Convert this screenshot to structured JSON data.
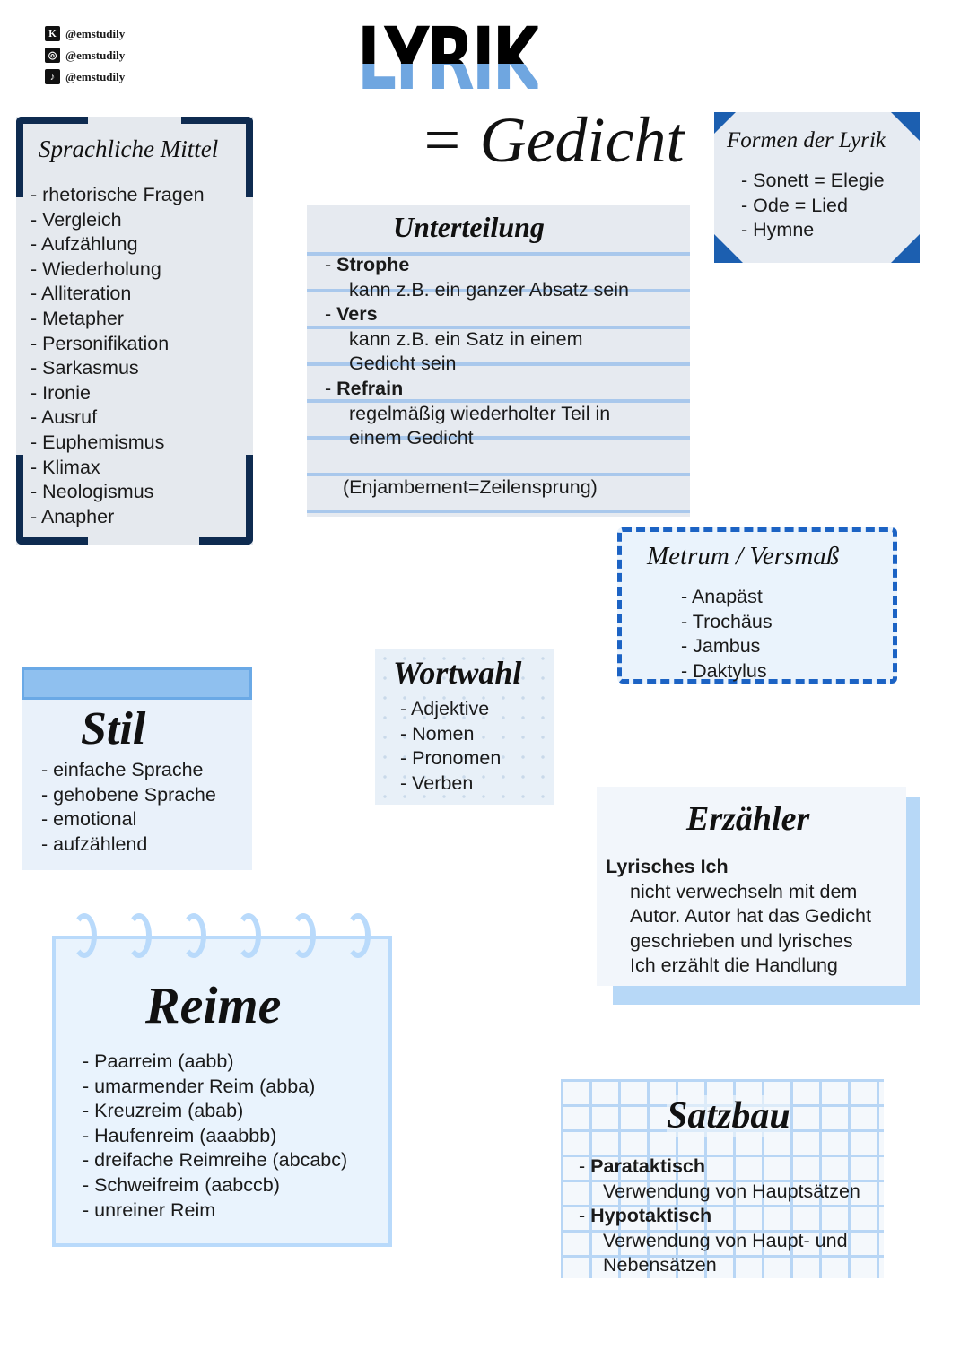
{
  "handles": [
    {
      "icon": "kaku-icon",
      "text": "@emstudily"
    },
    {
      "icon": "instagram-icon",
      "text": "@emstudily"
    },
    {
      "icon": "tiktok-icon",
      "text": "@emstudily"
    }
  ],
  "title": "LYRIK",
  "subtitle": "= Gedicht",
  "colors": {
    "navy": "#0e2b50",
    "blue": "#1c63c4",
    "lightblue": "#b9dafb"
  },
  "sprachliche": {
    "title": "Sprachliche Mittel",
    "items": [
      "rhetorische Fragen",
      "Vergleich",
      "Aufzählung",
      "Wiederholung",
      "Alliteration",
      "Metapher",
      "Personifikation",
      "Sarkasmus",
      "Ironie",
      "Ausruf",
      "Euphemismus",
      "Klimax",
      "Neologismus",
      "Anapher"
    ]
  },
  "unterteilung": {
    "title": "Unterteilung",
    "entries": [
      {
        "term": "Strophe",
        "desc": [
          "kann z.B. ein ganzer Absatz sein"
        ]
      },
      {
        "term": "Vers",
        "desc": [
          "kann z.B. ein Satz in einem",
          "Gedicht sein"
        ]
      },
      {
        "term": "Refrain",
        "desc": [
          "regelmäßig wiederholter Teil in",
          "einem Gedicht"
        ]
      }
    ],
    "note": "(Enjambement=Zeilensprung)"
  },
  "formen": {
    "title": "Formen der Lyrik",
    "items": [
      "Sonett = Elegie",
      "Ode = Lied",
      "Hymne"
    ]
  },
  "metrum": {
    "title": "Metrum / Versmaß",
    "items": [
      "Anapäst",
      "Trochäus",
      "Jambus",
      "Daktylus"
    ]
  },
  "stil": {
    "title": "Stil",
    "items": [
      "einfache Sprache",
      "gehobene Sprache",
      "emotional",
      "aufzählend"
    ]
  },
  "wortwahl": {
    "title": "Wortwahl",
    "items": [
      "Adjektive",
      "Nomen",
      "Pronomen",
      "Verben"
    ]
  },
  "erzaehler": {
    "title": "Erzähler",
    "term": "Lyrisches Ich",
    "desc": [
      "nicht verwechseln mit dem",
      "Autor. Autor hat das Gedicht",
      "geschrieben und lyrisches",
      "Ich erzählt die Handlung"
    ]
  },
  "reime": {
    "title": "Reime",
    "items": [
      "Paarreim (aabb)",
      "umarmender Reim (abba)",
      "Kreuzreim (abab)",
      "Haufenreim (aaabbb)",
      "dreifache Reimreihe (abcabc)",
      "Schweifreim (aabccb)",
      "unreiner Reim"
    ]
  },
  "satzbau": {
    "title": "Satzbau",
    "entries": [
      {
        "term": "Parataktisch",
        "desc": [
          "Verwendung von Hauptsätzen"
        ]
      },
      {
        "term": "Hypotaktisch",
        "desc": [
          "Verwendung von Haupt- und",
          "Nebensätzen"
        ]
      }
    ]
  }
}
